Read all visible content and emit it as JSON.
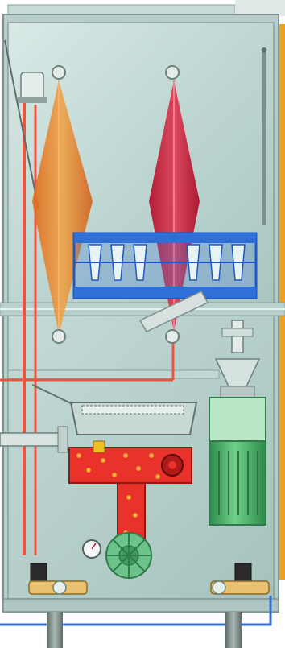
{
  "diagram": {
    "kind": "dishwasher-cutaway",
    "labels": [],
    "parts": {
      "cabinet": "stainless-steel-cabinet",
      "upper_chamber": "wash-chamber",
      "left_spray": "rinse-spray-fan",
      "center_spray": "wash-spray-fan",
      "rack": "dish-rack",
      "wash_arm": "rotating-wash-arm",
      "filter": "filter-tray",
      "tank": "heated-wash-tank",
      "heater": "heating-element",
      "pump": "circulation-pump",
      "motor": "pump-motor",
      "gauge": "pressure-gauge",
      "valves": [
        "inlet-solenoid-valve-left",
        "inlet-solenoid-valve-right"
      ],
      "pipes": [
        "rinse-water-pipe",
        "drain-pipe",
        "supply-line"
      ]
    }
  },
  "colors": {
    "cabinet": "#bcd3cf",
    "chamber": "#cfe2df",
    "rinse_spray": "#e07a1f",
    "wash_spray": "#c8102e",
    "rack": "#2f6fd6",
    "tank_water": "#e8322b",
    "motor": "#4db36c",
    "pipe": "#e8563d",
    "steel": "#8aa09c",
    "legs": "#7b8a88",
    "side_panel": "#f0a020"
  }
}
